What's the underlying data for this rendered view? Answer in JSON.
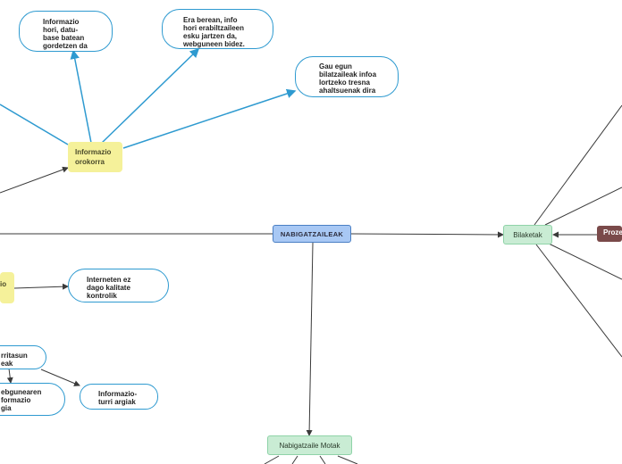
{
  "center": {
    "label": "NABIGATZAILEAK"
  },
  "topics": {
    "informazio_orokorra": "Informazio\norokorra",
    "bilaketak": "Bilaketak",
    "nabigatzaile_motak": "Nabigatzaile Motak",
    "prozedura_partial": "Proze",
    "left_partial_topic": "io",
    "iturritasun_partial": "rritasun\neak",
    "webgunearen_partial": "ebgunearen\nformazio\ngia"
  },
  "bubbles": {
    "datu_basea": "Informazio\nhori, datu-\nbase batean\ngordetzen da",
    "era_berean": "Era berean, info\nhori erabiltzaileen\nesku jartzen da,\nwebguneen bidez.",
    "gau_egun": "Gau egun\nbilatzaileak infoa\nlortzeko tresna\nahaltsuenak dira",
    "kalitate": "Interneten ez\ndago kalitate\nkontrolik",
    "iturri_argiak": "Informazio-\nturri argiak"
  },
  "colors": {
    "blue_line": "#2e9ad0",
    "dark_line": "#3a3a3a",
    "center_fill": "#a8c8f4",
    "yellow_fill": "#f5f19a",
    "green_fill": "#c9ecd4",
    "brown_fill": "#7a4a4a"
  }
}
